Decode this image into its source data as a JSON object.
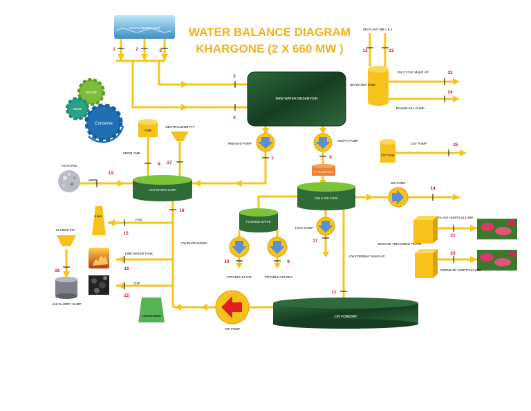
{
  "title": {
    "line1": "WATER BALANCE DIAGRAM",
    "line2": "KHARGONE (2 X 660 MW )"
  },
  "labels": {
    "canal": "CANAL(RESERVOIR)",
    "raw_reservoir": "RAW WATER RESERVOIR",
    "dm_plant": "DM PLANT MB-1 & 2",
    "dm_tank": "DM WATER TANK",
    "dm_cycle": "DM CYCLE MAKE UP",
    "boiler_fill": "BOILER FILL PUMP",
    "cmb": "CMB",
    "neutralizing": "NEUTRALIZING PIT",
    "from_cmb": "FROM CMB",
    "rw_ash_pump": "RW(ASH) PUMP",
    "rw_pt_pump": "RW(PT) PUMP",
    "pt_clarifier": "PT CLARIFIER",
    "cst_tank": "CST TANK",
    "cst_pump": "CST PUMP",
    "ash_dyke": "ASH DYKE",
    "awrs": "AWRS",
    "ash_sump": "ASH WATER SUMP",
    "cw_sw_tank": "CW & SW TANK",
    "sw_pump": "SW PUMP",
    "fgd": "FGD",
    "fgd_stack": "F G D",
    "filtered": "FILTERED WATER",
    "hvac": "HVAC PUMP",
    "sludge": "SLUDGE PIT",
    "fire": "FIRE WATER TANK",
    "cw_blow": "CW BLOW DOWN",
    "potable_plant": "POTABLE PLANT",
    "potable_colony": "POTABLE COLONY",
    "cw_forebay_makeup": "CW FOREBAY MAKE UP",
    "stp": "SEWAGE TREATMENT PLANT",
    "plant_hort": "PLANT HORTICULTURE",
    "township_hort": "TOWNSHIP HORTICULTURE",
    "ash_slurry": "ASH SLURRY SUMP",
    "chp": "CHP",
    "condenser": "CONDENSER",
    "cw_pump": "CW PUMP",
    "cw_forebay": "CW FOREBAY",
    "recycle": "recycle",
    "reuse": "reuse",
    "conserve": "Conserve"
  },
  "flow_numbers": {
    "n1": "1",
    "n2": "2",
    "n3": "3",
    "n4": "4",
    "n5": "5",
    "n6": "6",
    "n7": "7",
    "n8": "8",
    "n9": "9",
    "n10": "10",
    "n11": "11",
    "n12": "12",
    "n13": "13",
    "n14": "14",
    "n15": "15",
    "n16": "16",
    "n17": "17",
    "n18": "18",
    "n19": "19",
    "n20": "20",
    "n21": "21",
    "n22": "22",
    "n23": "23",
    "n24": "24",
    "n25": "25",
    "n26": "26",
    "n27": "27"
  },
  "colors": {
    "pipe": "#f5c518",
    "tank": "#f7c21c",
    "reservoir": "#1f4d2a",
    "title": "#f3b21a",
    "number": "#d11b1b",
    "pump_arrow": "#5b8fd0",
    "pt": "#f08030"
  }
}
